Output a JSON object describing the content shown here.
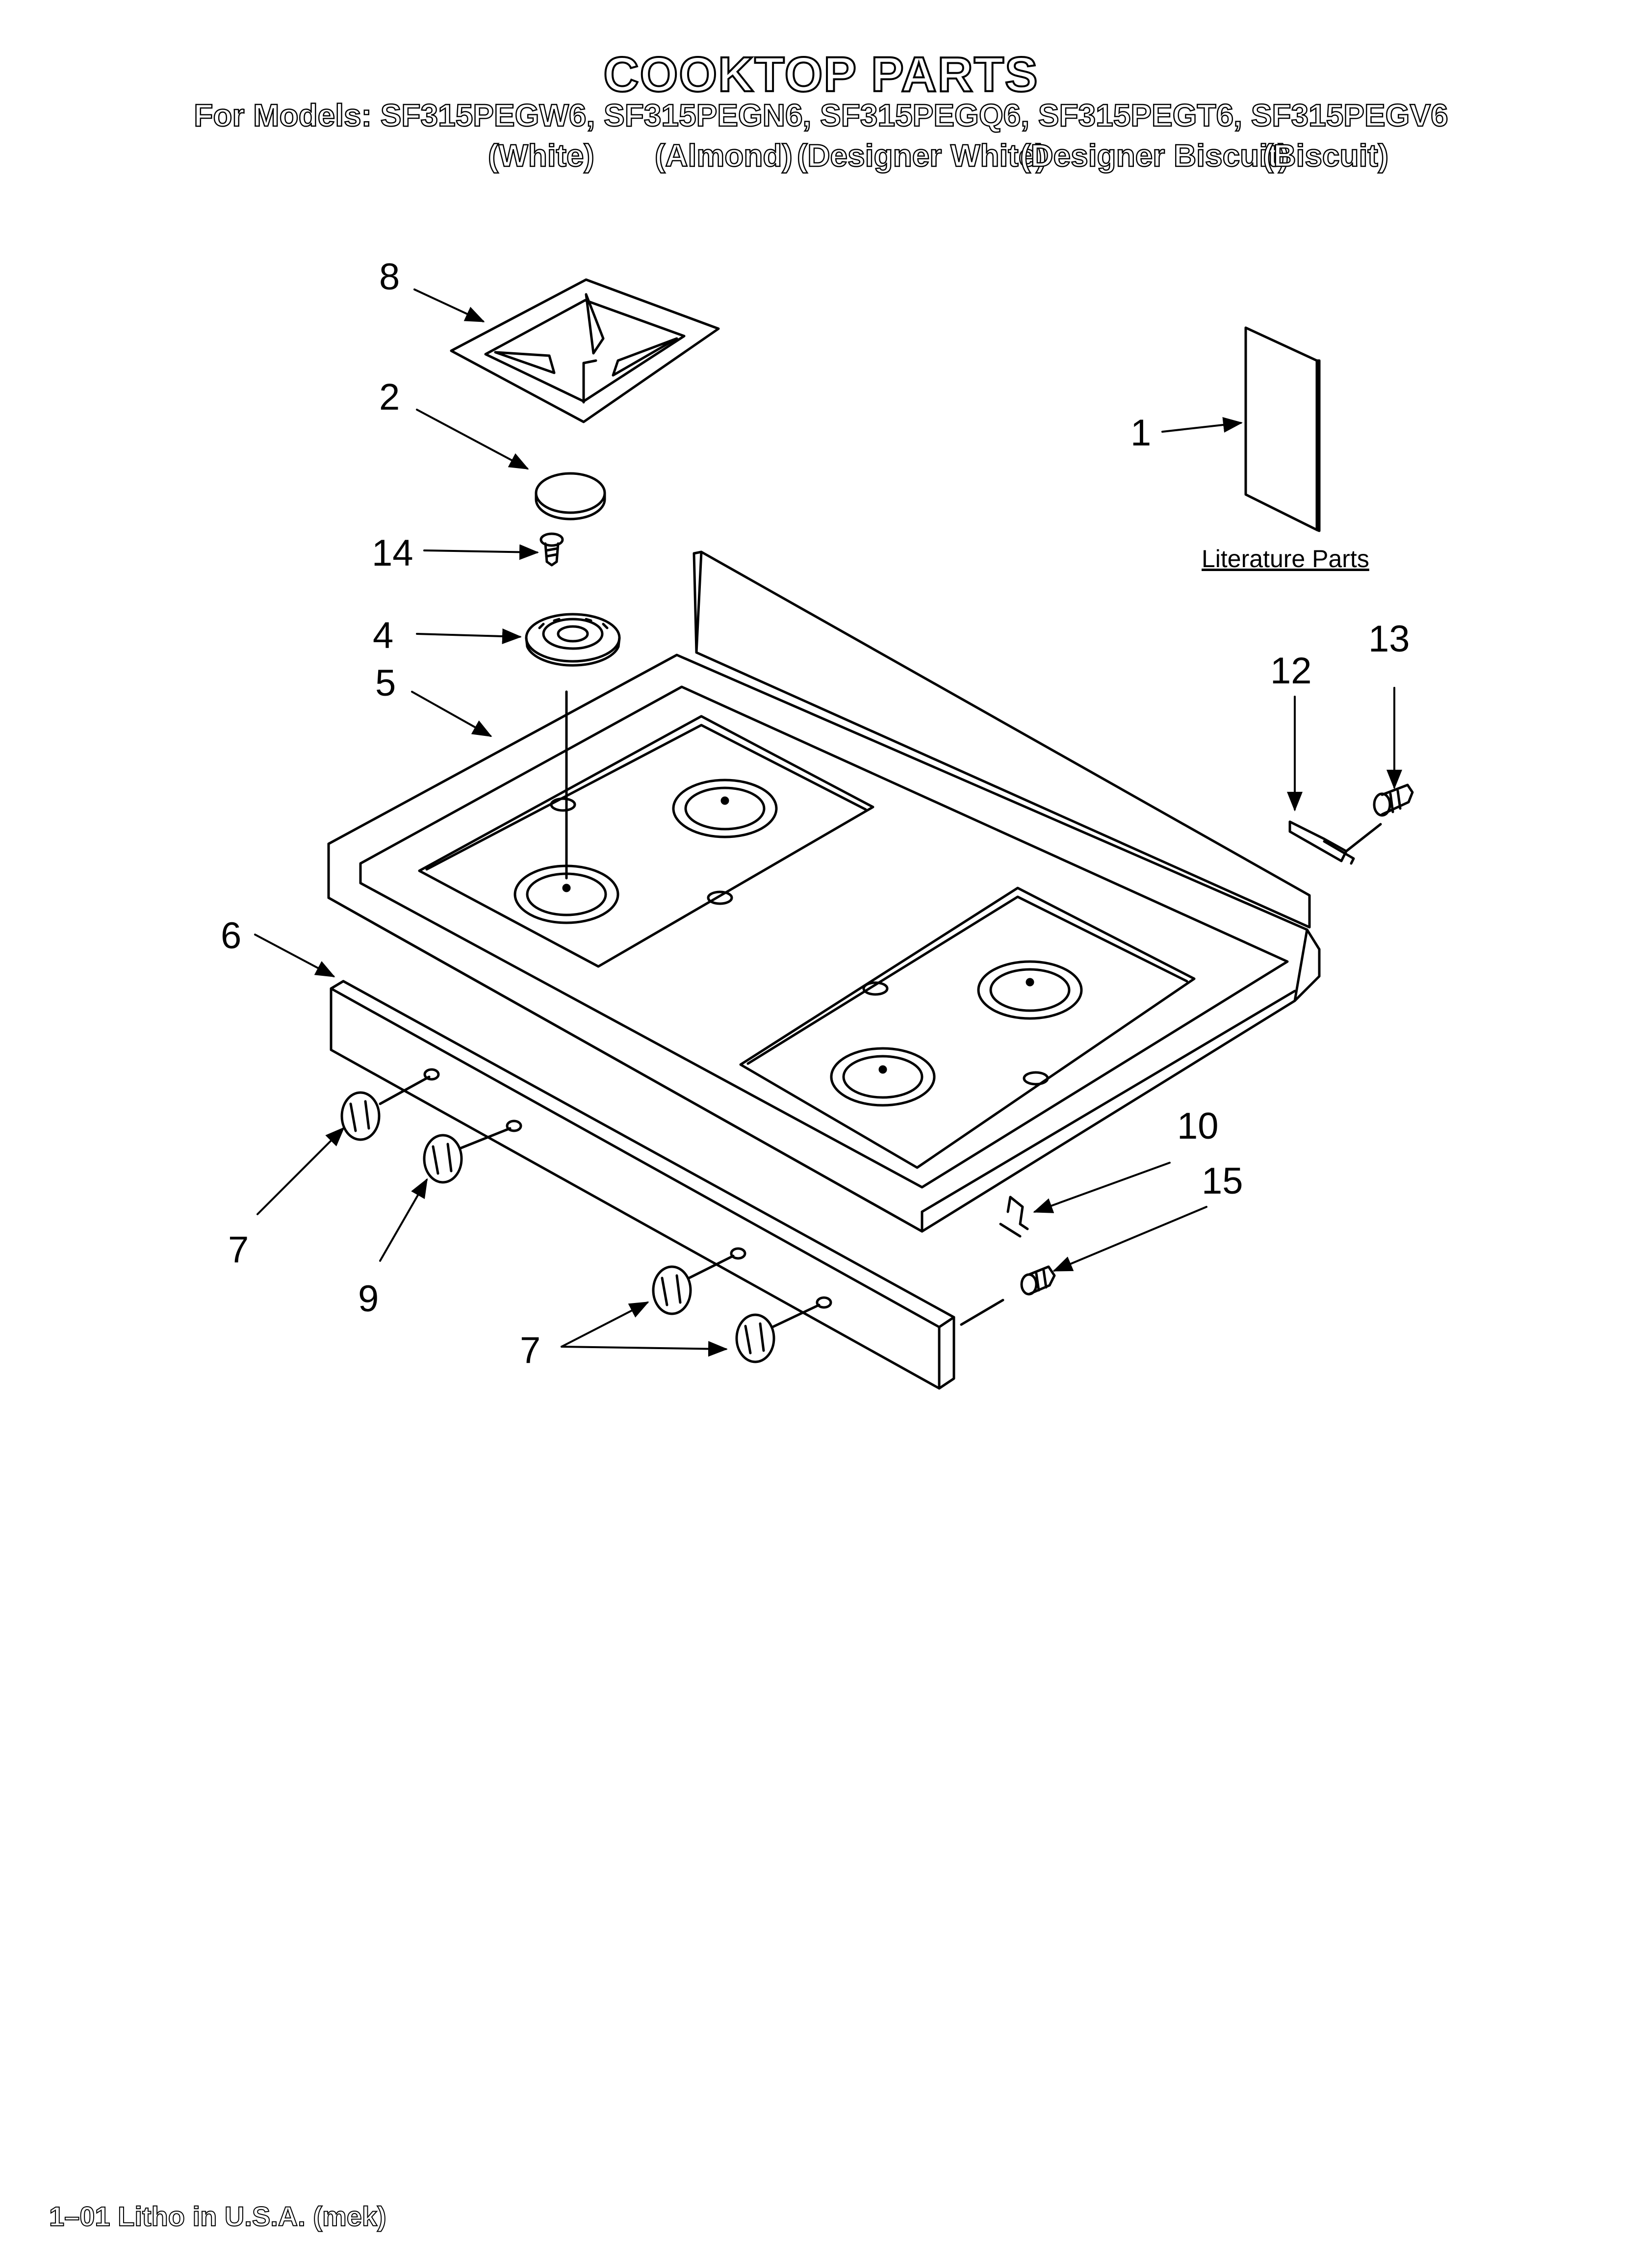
{
  "header": {
    "title": "COOKTOP PARTS",
    "models": "For Models: SF315PEGW6, SF315PEGN6, SF315PEGQ6, SF315PEGT6, SF315PEGV6",
    "colors": [
      "(White)",
      "(Almond)",
      "(Designer White)",
      "(Designer Biscuit)",
      "(Biscuit)"
    ]
  },
  "literature_label": "Literature Parts",
  "callouts": {
    "n1": "1",
    "n2": "2",
    "n4": "4",
    "n5": "5",
    "n6": "6",
    "n7a": "7",
    "n7b": "7",
    "n8": "8",
    "n9": "9",
    "n10": "10",
    "n12": "12",
    "n13": "13",
    "n14": "14",
    "n15": "15"
  },
  "footer": "1–01 Litho in U.S.A. (mek)"
}
